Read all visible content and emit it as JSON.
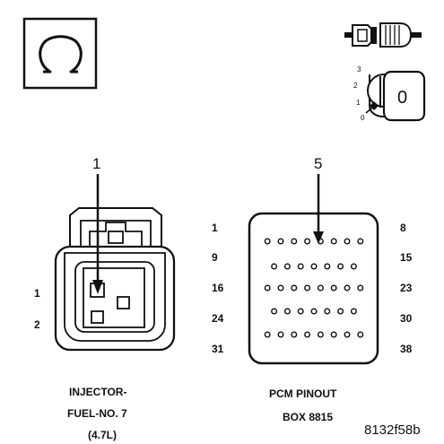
{
  "symbols": {
    "meter_icon": "ohmmeter-icon",
    "test_light_icon": "test-light-icon",
    "ignition_icon": "ignition-key-icon",
    "key_positions": [
      "3",
      "2",
      "1",
      "0"
    ],
    "key_position_current": "0"
  },
  "injector": {
    "callout": "1",
    "pin_labels": [
      "1",
      "2"
    ],
    "title_lines": [
      "INJECTOR-",
      "FUEL-NO. 7",
      "(4.7L)"
    ]
  },
  "pcm": {
    "callout": "5",
    "row_left_labels": [
      "1",
      "9",
      "16",
      "24",
      "31"
    ],
    "row_right_labels": [
      "8",
      "15",
      "23",
      "30",
      "38"
    ],
    "row_pin_counts": [
      8,
      7,
      8,
      7,
      8
    ],
    "title_lines": [
      "PCM PINOUT",
      "BOX 8815"
    ]
  },
  "figure_id": "8132f58b"
}
